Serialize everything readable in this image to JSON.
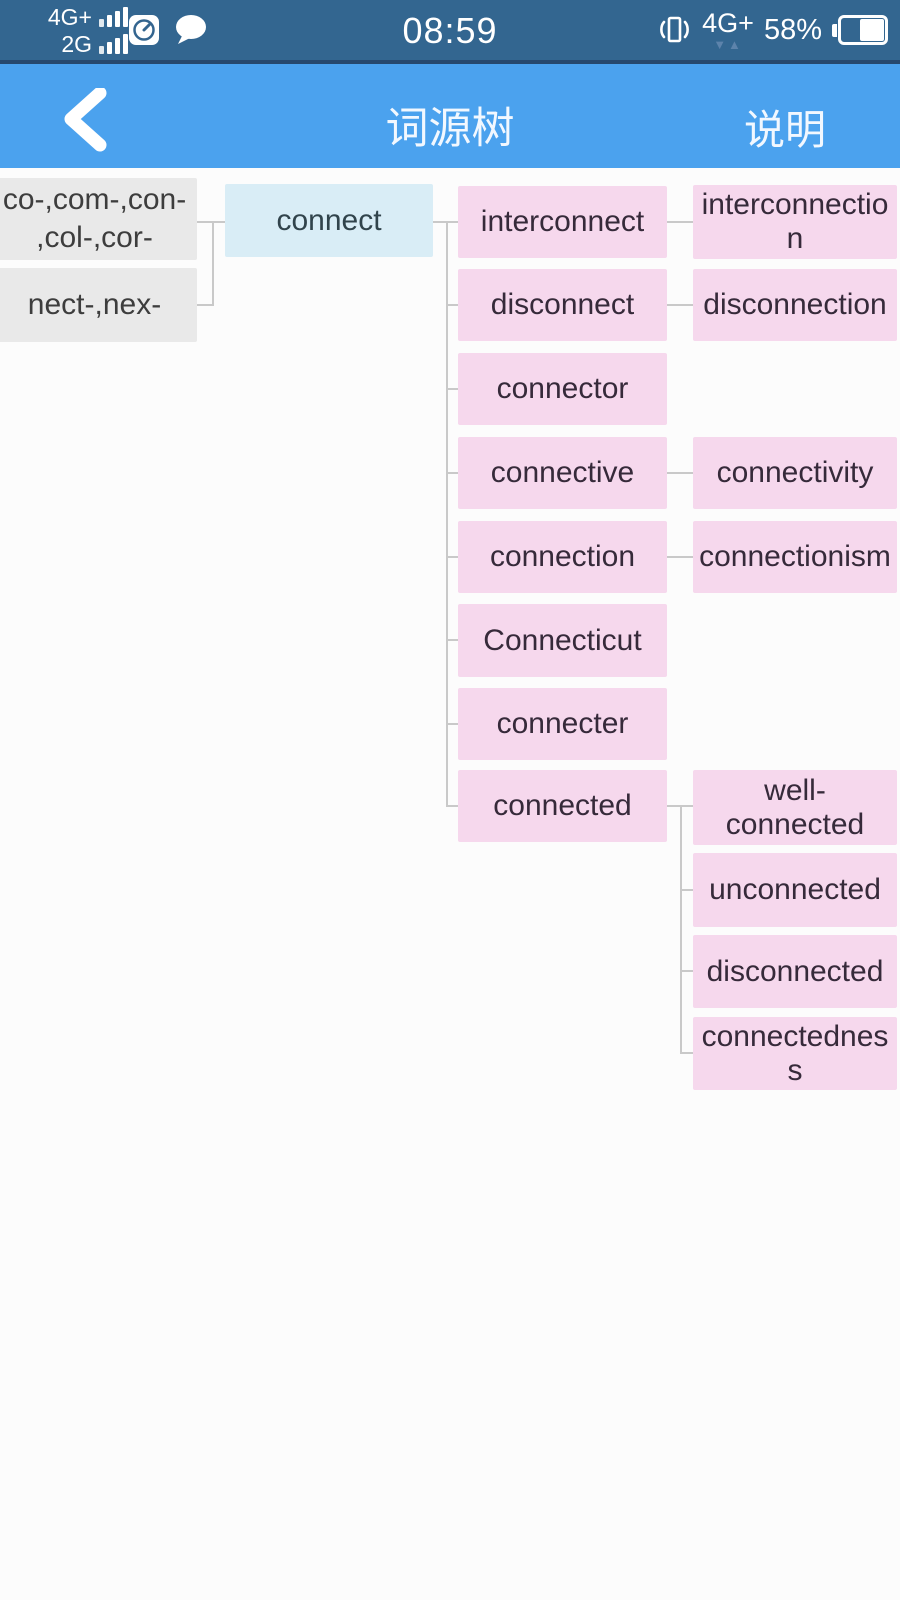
{
  "status_bar": {
    "carrier_primary": "4G+",
    "carrier_secondary": "2G",
    "time": "08:59",
    "network": "4G+",
    "network_arrows": "▼▲",
    "battery_percent": "58%",
    "icons": {
      "signal_bars": "signal-bars-icon",
      "speedometer": "speedometer-icon",
      "chat": "chat-bubble-icon",
      "vibrate": "vibrate-icon",
      "battery": "battery-icon"
    }
  },
  "navbar": {
    "back_icon": "chevron-left",
    "title": "词源树",
    "action": "说明"
  },
  "colors": {
    "status_bar_bg": "#336690",
    "navbar_bg": "#4ba2ee",
    "node_pink": "#f6d8ed",
    "node_blue": "#d9edf6",
    "node_gray": "#e9e9e9",
    "connector_line": "#c9c9c9"
  },
  "tree": {
    "prefixes": [
      "co-,com-,con-\n,col-,cor-",
      "nect-,nex-"
    ],
    "root": "connect",
    "children": [
      {
        "label": "interconnect",
        "child": "interconnection"
      },
      {
        "label": "disconnect",
        "child": "disconnection"
      },
      {
        "label": "connector"
      },
      {
        "label": "connective",
        "child": "connectivity"
      },
      {
        "label": "connection",
        "child": "connectionism"
      },
      {
        "label": "Connecticut"
      },
      {
        "label": "connecter"
      },
      {
        "label": "connected",
        "children": [
          "well-connected",
          "unconnected",
          "disconnected",
          "connectedness"
        ]
      }
    ]
  }
}
